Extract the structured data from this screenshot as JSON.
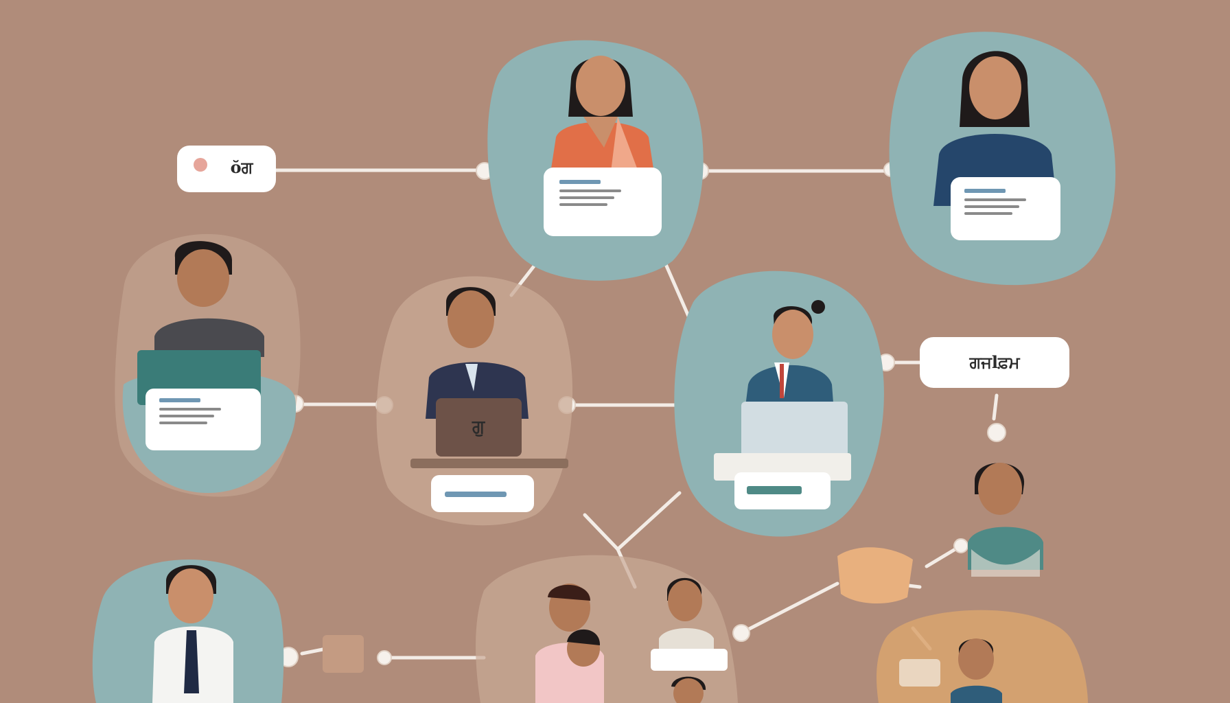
{
  "labels": {
    "left_tag": "ŏਗ",
    "right_tag": "ਗਜlਫ਼ਮ",
    "center_card": "ਗੁ"
  },
  "colors": {
    "background": "#b08c7a",
    "bubble_teal": "#8fb3b4",
    "bubble_beige": "#c9aa95",
    "bubble_orange": "#d9a56f",
    "connector": "#f3ece6",
    "card": "#ffffff"
  },
  "icons": [
    "person-icon",
    "document-card-icon",
    "laptop-icon",
    "package-icon",
    "connector-node-icon"
  ]
}
